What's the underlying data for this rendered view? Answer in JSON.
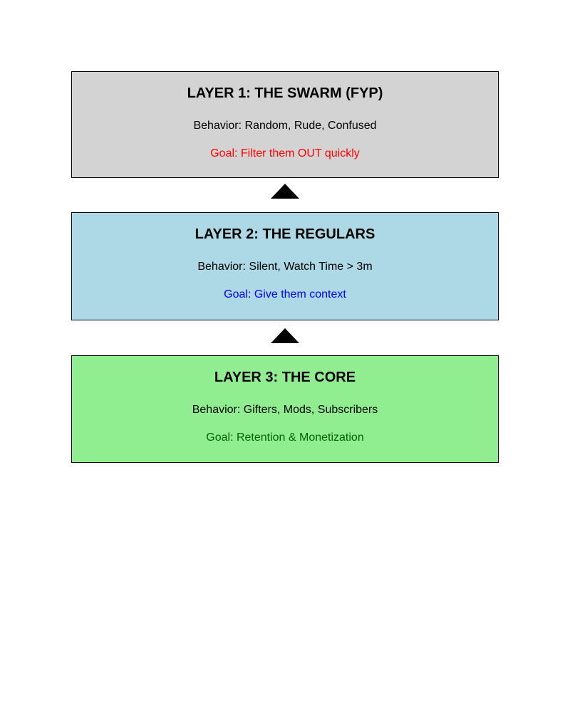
{
  "diagram": {
    "border_color": "#000000",
    "arrow_color": "#000000",
    "background_color": "#ffffff",
    "layers": [
      {
        "id": "layer-1",
        "title": "LAYER 1: THE SWARM (FYP)",
        "behavior": "Behavior: Random, Rude, Confused",
        "goal": "Goal: Filter them OUT quickly",
        "bg_color": "#d3d3d3",
        "text_color": "#000000",
        "goal_color": "#ff0000"
      },
      {
        "id": "layer-2",
        "title": "LAYER 2: THE REGULARS",
        "behavior": "Behavior: Silent, Watch Time > 3m",
        "goal": "Goal: Give them context",
        "bg_color": "#add8e6",
        "text_color": "#000000",
        "goal_color": "#0000ff"
      },
      {
        "id": "layer-3",
        "title": "LAYER 3: THE CORE",
        "behavior": "Behavior: Gifters, Mods, Subscribers",
        "goal": "Goal: Retention & Monetization",
        "bg_color": "#90ee90",
        "text_color": "#000000",
        "goal_color": "#006400"
      }
    ]
  }
}
